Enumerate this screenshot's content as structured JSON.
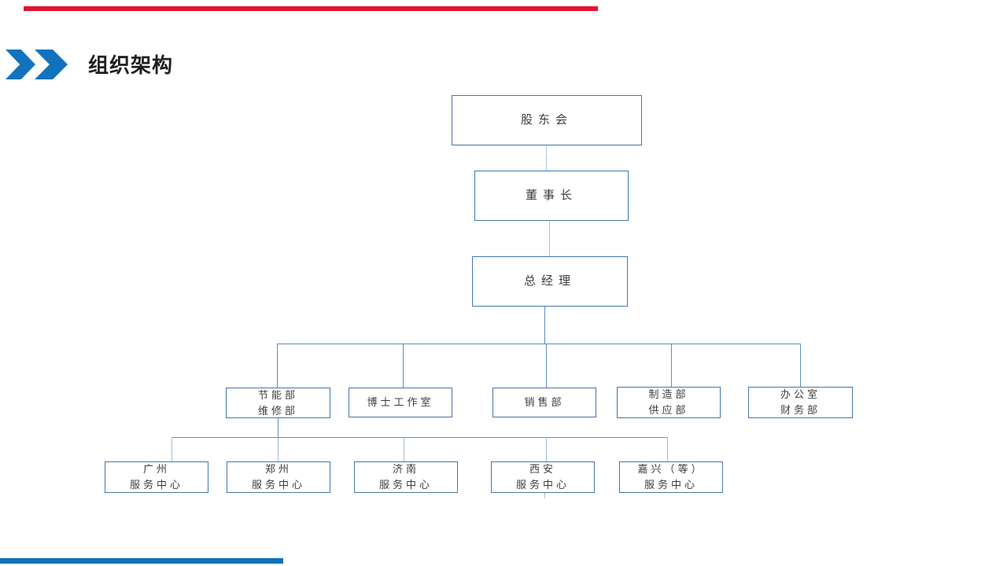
{
  "slide": {
    "title": "组织架构",
    "accent_blue": "#1272BD",
    "top_bar_color": "#E8112D",
    "bottom_bar_color": "#1272BD",
    "box_border_color": "#4377AD",
    "connector_color": "#5E8DBE",
    "connector_light_color": "#A9C6E5",
    "text_color": "#3D3D3D"
  },
  "org_chart": {
    "type": "org-tree",
    "nodes": [
      {
        "id": "shareholders",
        "label": "股东会",
        "level": 1,
        "parent": null
      },
      {
        "id": "chairman",
        "label": "董事长",
        "level": 2,
        "parent": "shareholders"
      },
      {
        "id": "general_manager",
        "label": "总经理",
        "level": 3,
        "parent": "chairman"
      },
      {
        "id": "energy_maintenance",
        "label": "节能部\n维修部",
        "level": 4,
        "parent": "general_manager"
      },
      {
        "id": "doctor_studio",
        "label": "博士工作室",
        "level": 4,
        "parent": "general_manager"
      },
      {
        "id": "sales",
        "label": "销售部",
        "level": 4,
        "parent": "general_manager"
      },
      {
        "id": "manufacturing_supply",
        "label": "制造部\n供应部",
        "level": 4,
        "parent": "general_manager"
      },
      {
        "id": "office_finance",
        "label": "办公室\n财务部",
        "level": 4,
        "parent": "general_manager"
      },
      {
        "id": "guangzhou_center",
        "label": "广州\n服务中心",
        "level": 5,
        "parent": "energy_maintenance"
      },
      {
        "id": "zhengzhou_center",
        "label": "郑州\n服务中心",
        "level": 5,
        "parent": "energy_maintenance"
      },
      {
        "id": "jinan_center",
        "label": "济南\n服务中心",
        "level": 5,
        "parent": "energy_maintenance"
      },
      {
        "id": "xian_center",
        "label": "西安\n服务中心",
        "level": 5,
        "parent": "energy_maintenance"
      },
      {
        "id": "jiaxing_center",
        "label": "嘉兴（等）\n服务中心",
        "level": 5,
        "parent": "energy_maintenance"
      }
    ]
  }
}
